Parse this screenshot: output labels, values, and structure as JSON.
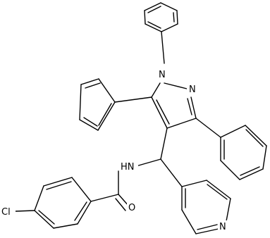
{
  "atoms": {
    "n1": "N",
    "n2": "N",
    "nh": "HN",
    "o": "O",
    "cl": "Cl",
    "py_n": "N"
  },
  "colors": {
    "bond": "#000000",
    "background": "#ffffff"
  }
}
